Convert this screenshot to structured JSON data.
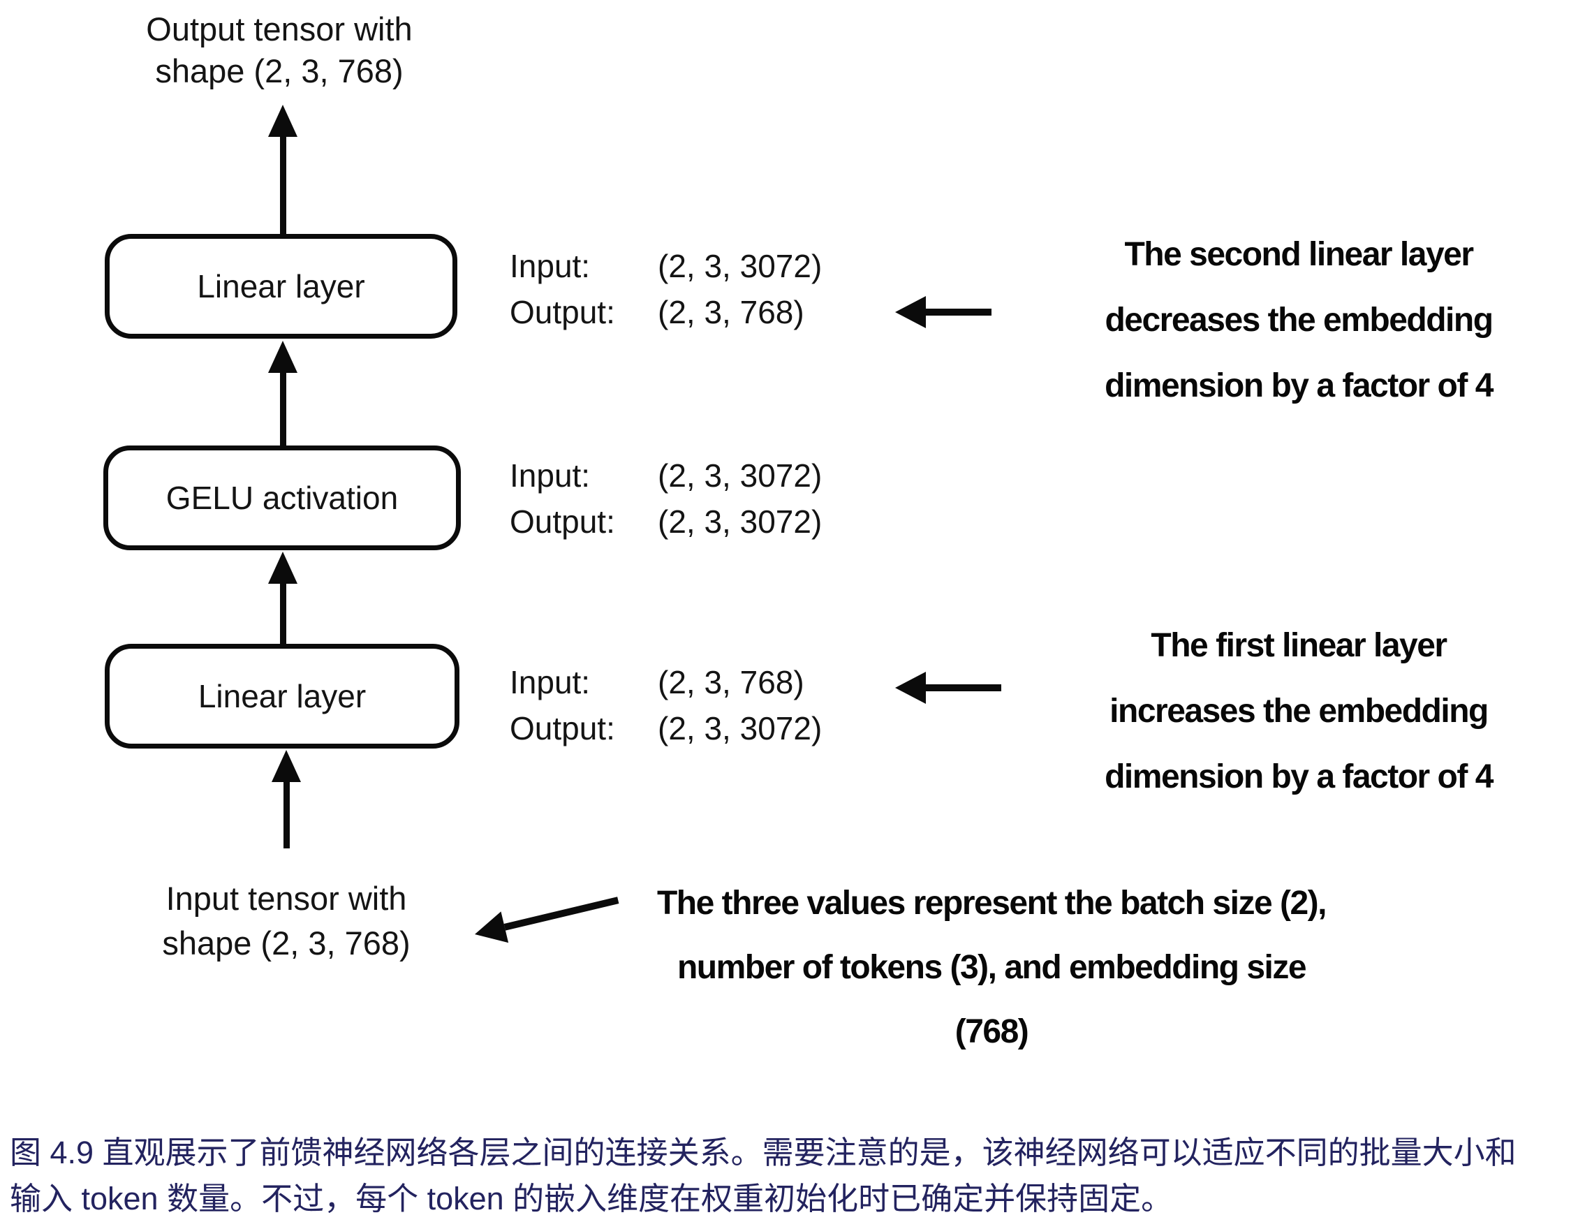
{
  "diagram": {
    "output_label": {
      "line1": "Output tensor with",
      "line2": "shape (2, 3, 768)"
    },
    "input_label": {
      "line1": "Input tensor with",
      "line2": "shape (2, 3, 768)"
    },
    "boxes": [
      {
        "label": "Linear layer"
      },
      {
        "label": "GELU activation"
      },
      {
        "label": "Linear layer"
      }
    ],
    "io_annotations": [
      {
        "input_label": "Input:",
        "input_value": "(2, 3, 3072)",
        "output_label": "Output:",
        "output_value": "(2, 3, 768)"
      },
      {
        "input_label": "Input:",
        "input_value": "(2, 3, 3072)",
        "output_label": "Output:",
        "output_value": "(2, 3, 3072)"
      },
      {
        "input_label": "Input:",
        "input_value": "(2, 3, 768)",
        "output_label": "Output:",
        "output_value": "(2, 3, 3072)"
      }
    ],
    "notes": [
      {
        "lines": [
          "The second linear layer",
          "decreases the embedding",
          "dimension by a factor of 4"
        ]
      },
      {
        "lines": [
          "The first linear layer",
          "increases the embedding",
          "dimension by a factor of 4"
        ]
      },
      {
        "lines": [
          "The three values represent the batch size (2),",
          "number of tokens (3), and embedding size",
          "(768)"
        ]
      }
    ]
  },
  "caption": {
    "line1": "图 4.9 直观展示了前馈神经网络各层之间的连接关系。需要注意的是，该神经网络可以适应不同的批量大小和",
    "line2": "输入 token 数量。不过，每个 token 的嵌入维度在权重初始化时已确定并保持固定。",
    "color": "#23235f"
  },
  "colors": {
    "stroke": "#0b0b0b",
    "background": "#ffffff"
  }
}
